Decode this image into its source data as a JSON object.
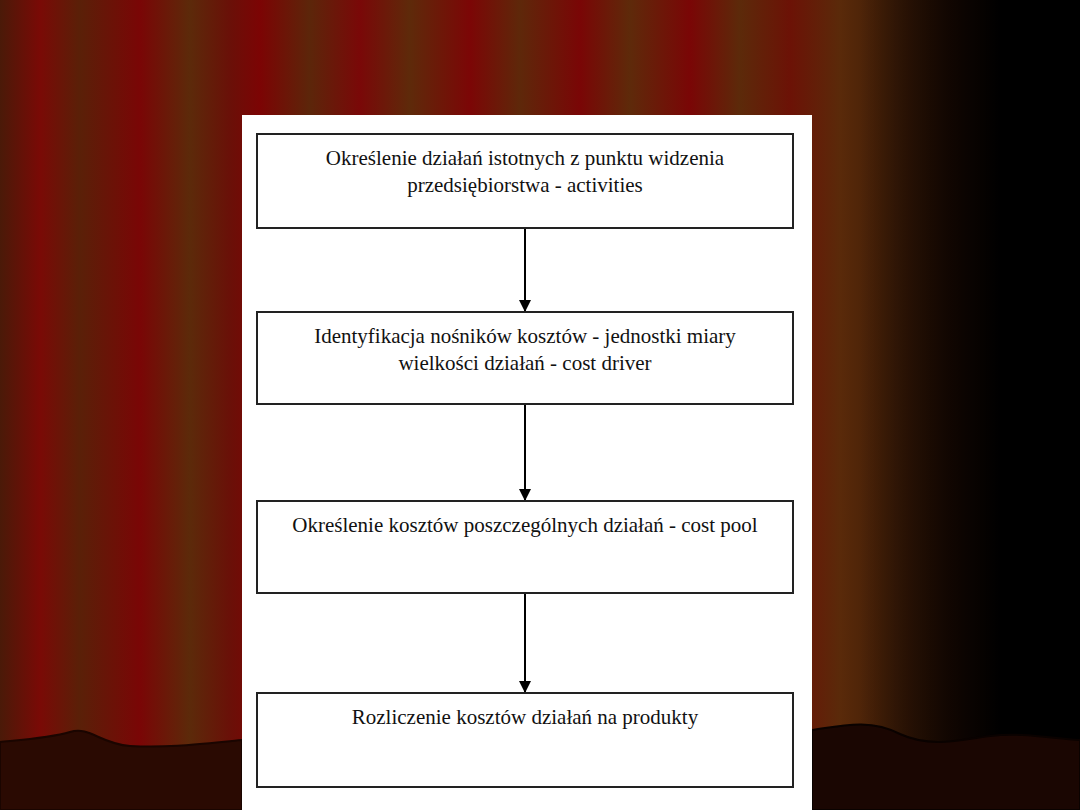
{
  "diagram": {
    "nodes": [
      {
        "text": [
          "Określenie działań istotnych z punktu widzenia przedsiębiorstwa - activities"
        ]
      },
      {
        "text": [
          "Identyfikacja nośników kosztów - jednostki miary wielkości działań - cost driver"
        ]
      },
      {
        "text": [
          "Określenie kosztów poszczególnych działań - cost pool"
        ]
      },
      {
        "text": [
          "Rozliczenie kosztów działań na produkty"
        ]
      }
    ],
    "edges": [
      {
        "from": 0,
        "to": 1,
        "arrow": "to"
      },
      {
        "from": 1,
        "to": 2,
        "arrow": "to"
      },
      {
        "from": 2,
        "to": 3,
        "arrow": "to"
      }
    ]
  }
}
